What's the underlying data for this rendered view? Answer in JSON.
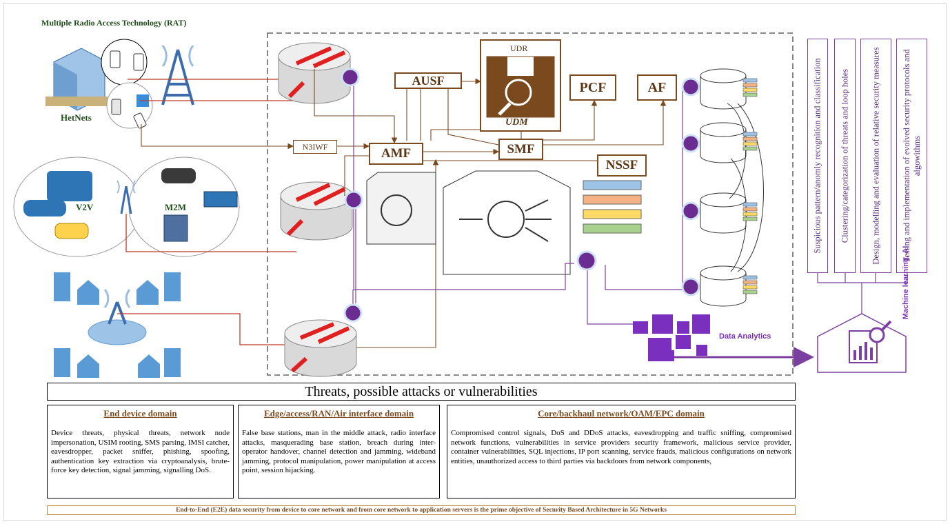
{
  "header": {
    "rat_title": "Multiple Radio Access Technology (RAT)"
  },
  "access": {
    "hetnets": "HetNets",
    "v2v": "V2V",
    "m2m": "M2M"
  },
  "core": {
    "ausf": "AUSF",
    "udr": "UDR",
    "udm": "UDM",
    "pcf": "PCF",
    "af": "AF",
    "n3iwf": "N3IWF",
    "amf": "AMF",
    "smf": "SMF",
    "nssf": "NSSF"
  },
  "analytics": {
    "label": "Data Analytics",
    "ml_label": "Machine learning, AI"
  },
  "objectives": [
    "Suspicious pattern/anomly recognition and classification",
    "Clustering/categorization of threats and loop holes",
    "Design, modelling and evaluation of relative security measures",
    "Testing and implementation of evolved security protocols and algowithms"
  ],
  "threats": {
    "title": "Threats, possible attacks or vulnerabilities",
    "domains": [
      {
        "title": "End device domain",
        "text": "Device threats, physical threats, network node impersonation, USIM rooting, SMS parsing, IMSI catcher, eavesdropper, packet sniffer, phishing, spoofing, authentication key extraction via cryptoanalysis, brute-force key detection, signal jamming, signalling DoS."
      },
      {
        "title": "Edge/access/RAN/Air interface domain",
        "text": "False base stations, man in the middle attack, radio interface attacks, masquerading base station, breach during inter-operator handover, channel detection and jamming, wideband jamming, protocol manipulation, power manipulation at access point, session hijacking."
      },
      {
        "title": "Core/backhaul network/OAM/EPC domain",
        "text": "Compromised control signals, DoS and DDoS attacks, eavesdropping and traffic sniffing, compromised network functions, vulnerabilities in service providers security framework, malicious service provider, container vulnerabilities, SQL injections, IP port scanning, service frauds, malicious configurations on network entities, unauthorized access to third parties via backdoors from network components,"
      }
    ]
  },
  "footer": "End-to-End (E2E) data security from device to core network and from core network to application servers is the prime objective of Security Based Architecture in 5G Networks",
  "colors": {
    "link_red": "#c0392b",
    "nf_brown": "#7a4a1e",
    "purple": "#7b3fa0",
    "icon_blue": "#5b9bd5",
    "label_green": "#1f4d1a"
  },
  "slices": [
    "#9dc3e6",
    "#f4b183",
    "#ffd966",
    "#a9d18e"
  ]
}
